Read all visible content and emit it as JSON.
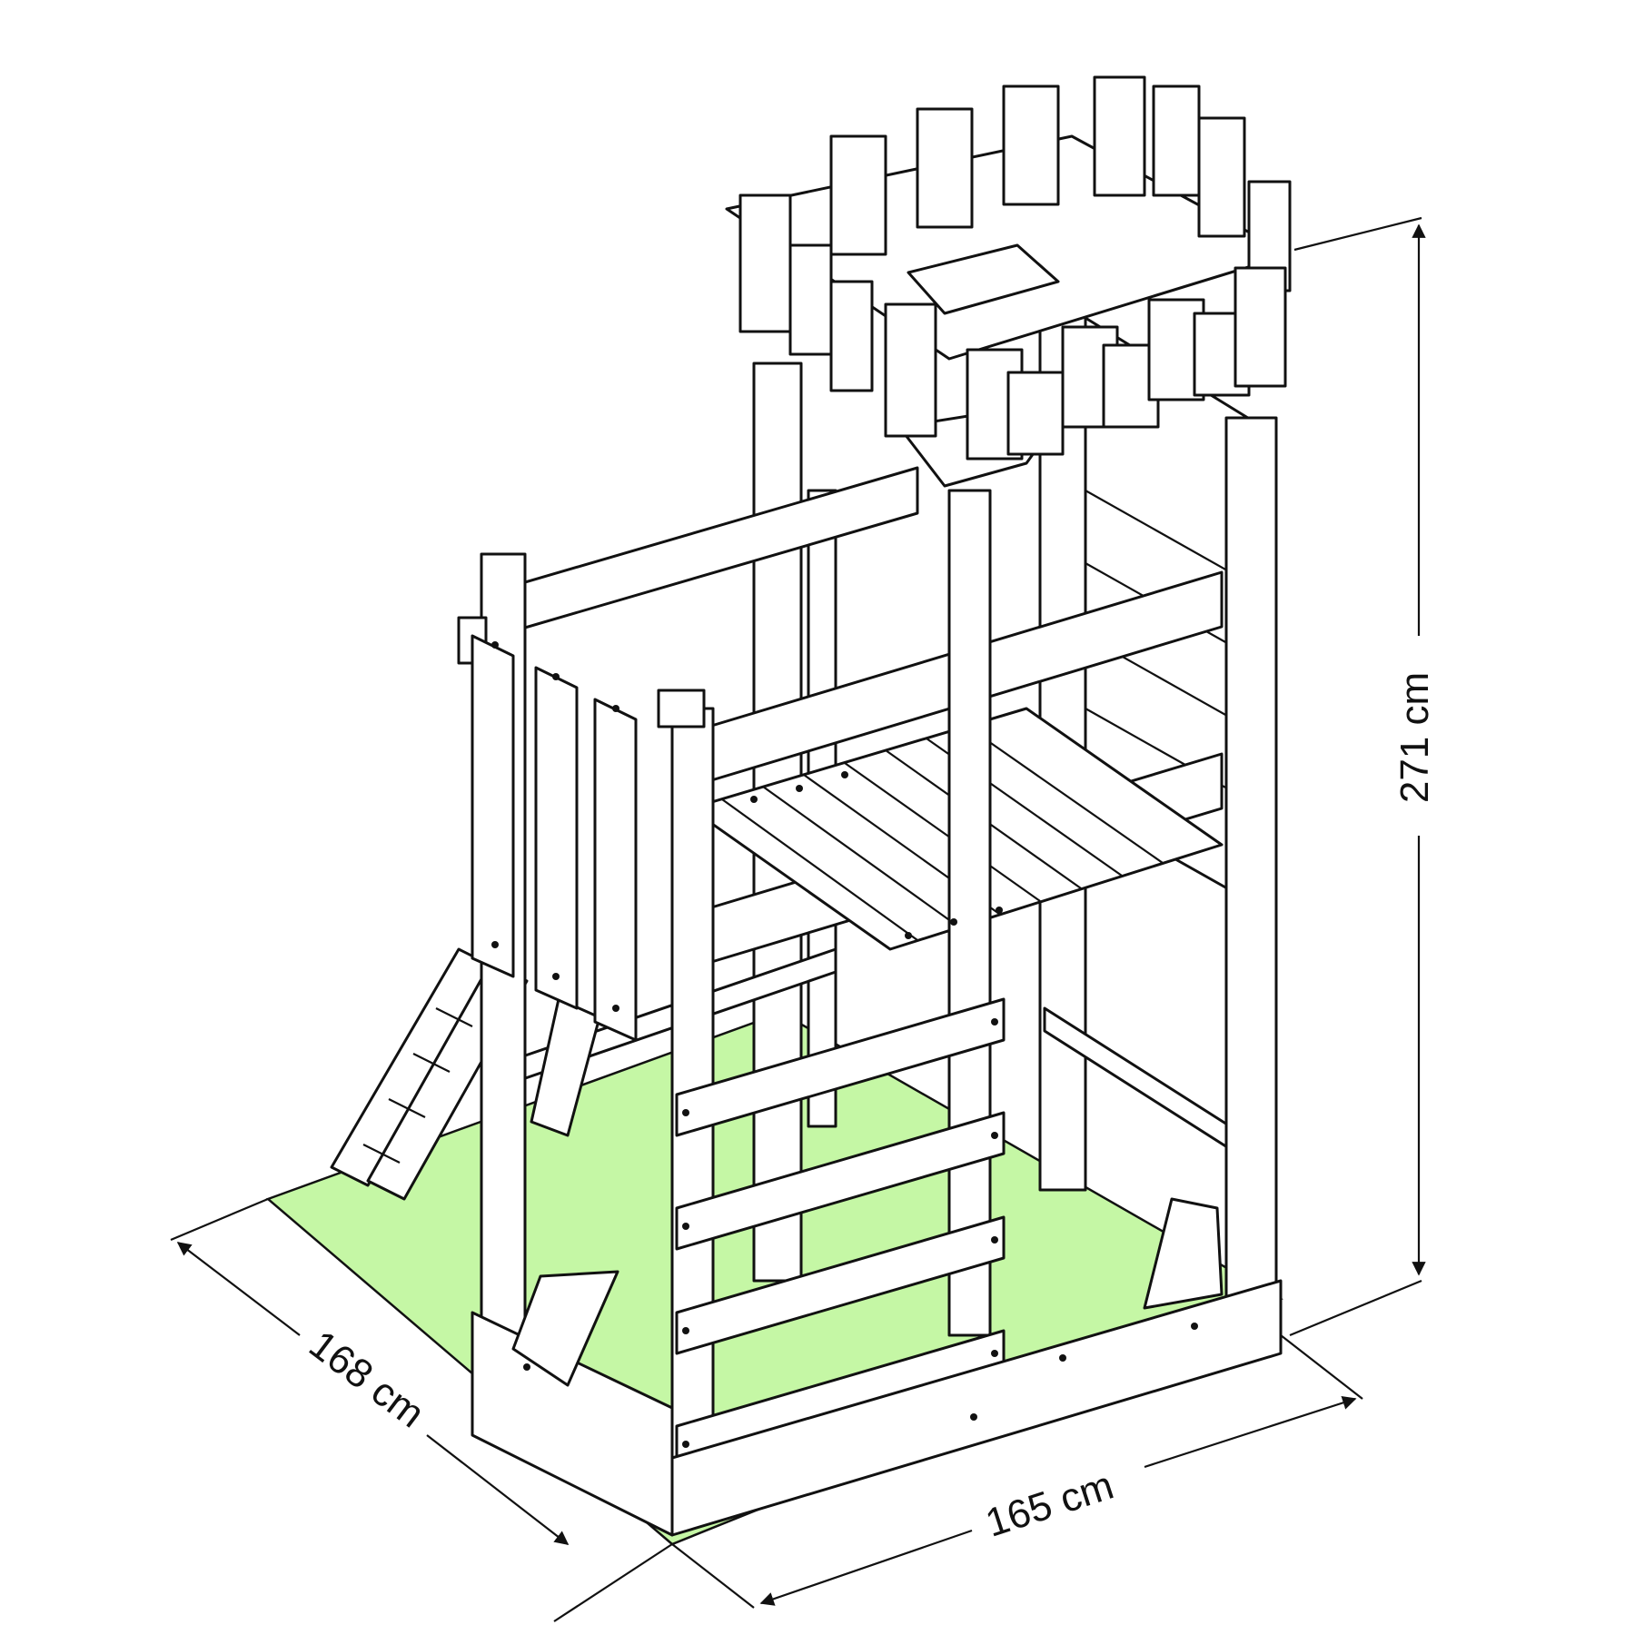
{
  "colors": {
    "ground": "#c5f7a5",
    "line": "#111111",
    "wood": "#ffffff"
  },
  "dimensions": {
    "depth": "168 cm",
    "width": "165 cm",
    "height": "271 cm"
  }
}
